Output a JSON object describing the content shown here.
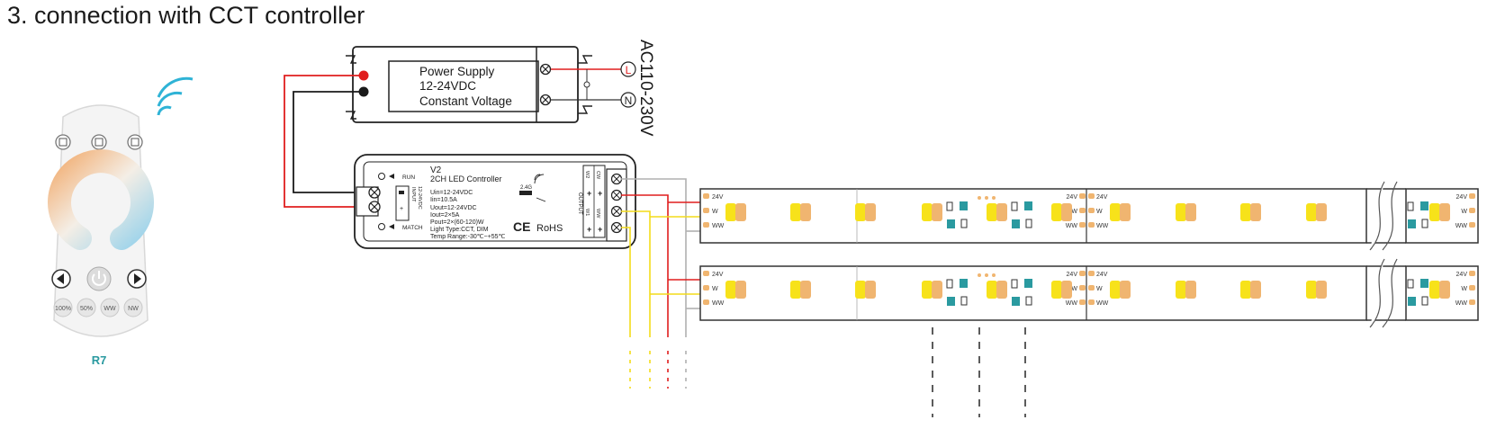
{
  "title": "3. connection with CCT controller",
  "remote": {
    "model": "R7",
    "buttons": [
      "100%",
      "50%",
      "WW",
      "NW"
    ]
  },
  "power_supply": {
    "line1": "Power Supply",
    "line2": "12-24VDC",
    "line3": "Constant Voltage",
    "ac_label": "AC110-230V",
    "live": "L",
    "neutral": "N"
  },
  "controller": {
    "version": "V2",
    "name": "2CH LED Controller",
    "spec1": "Uin=12-24VDC",
    "spec2": "Iin=10.5A",
    "spec3": "Uout=12-24VDC",
    "spec4": "Iout=2×5A",
    "spec5": "Pout=2×(60-120)W",
    "spec6": "Light Type:CCT, DIM",
    "spec7": "Temp Range:-30℃~+55℃",
    "run": "RUN",
    "match": "MATCH",
    "input": "INPUT",
    "input_v": "12-24VDC",
    "output": "OUTPUT",
    "freq": "2.4G",
    "rohs": "RoHS",
    "ce": "CE",
    "w1": "W1",
    "w2": "W2",
    "cw": "CW",
    "ww": "WW",
    "plus": "+"
  },
  "strip": {
    "v24": "24V",
    "w": "W",
    "ww": "WW"
  },
  "colors": {
    "red_wire": "#e01e1e",
    "black_wire": "#1a1a1a",
    "yellow_wire": "#f3dc1a",
    "gray_wire": "#b0b0b0",
    "led_warm": "#f0b570",
    "led_cool": "#f7e21a",
    "accent_teal": "#2a9aa0"
  }
}
